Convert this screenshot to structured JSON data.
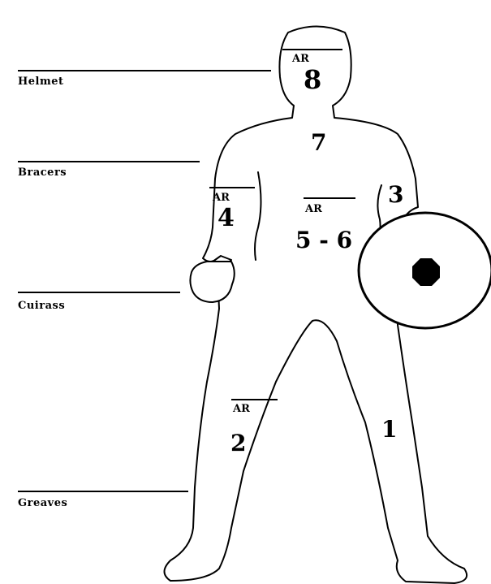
{
  "slots": {
    "helmet": "Helmet",
    "bracers": "Bracers",
    "cuirass": "Cuirass",
    "greaves": "Greaves"
  },
  "ar_label": "AR",
  "locations": {
    "head": "8",
    "chest": "7",
    "left_arm": "3",
    "right_arm": "4",
    "abdomen": "5 - 6",
    "left_leg": "1",
    "right_leg": "2"
  }
}
